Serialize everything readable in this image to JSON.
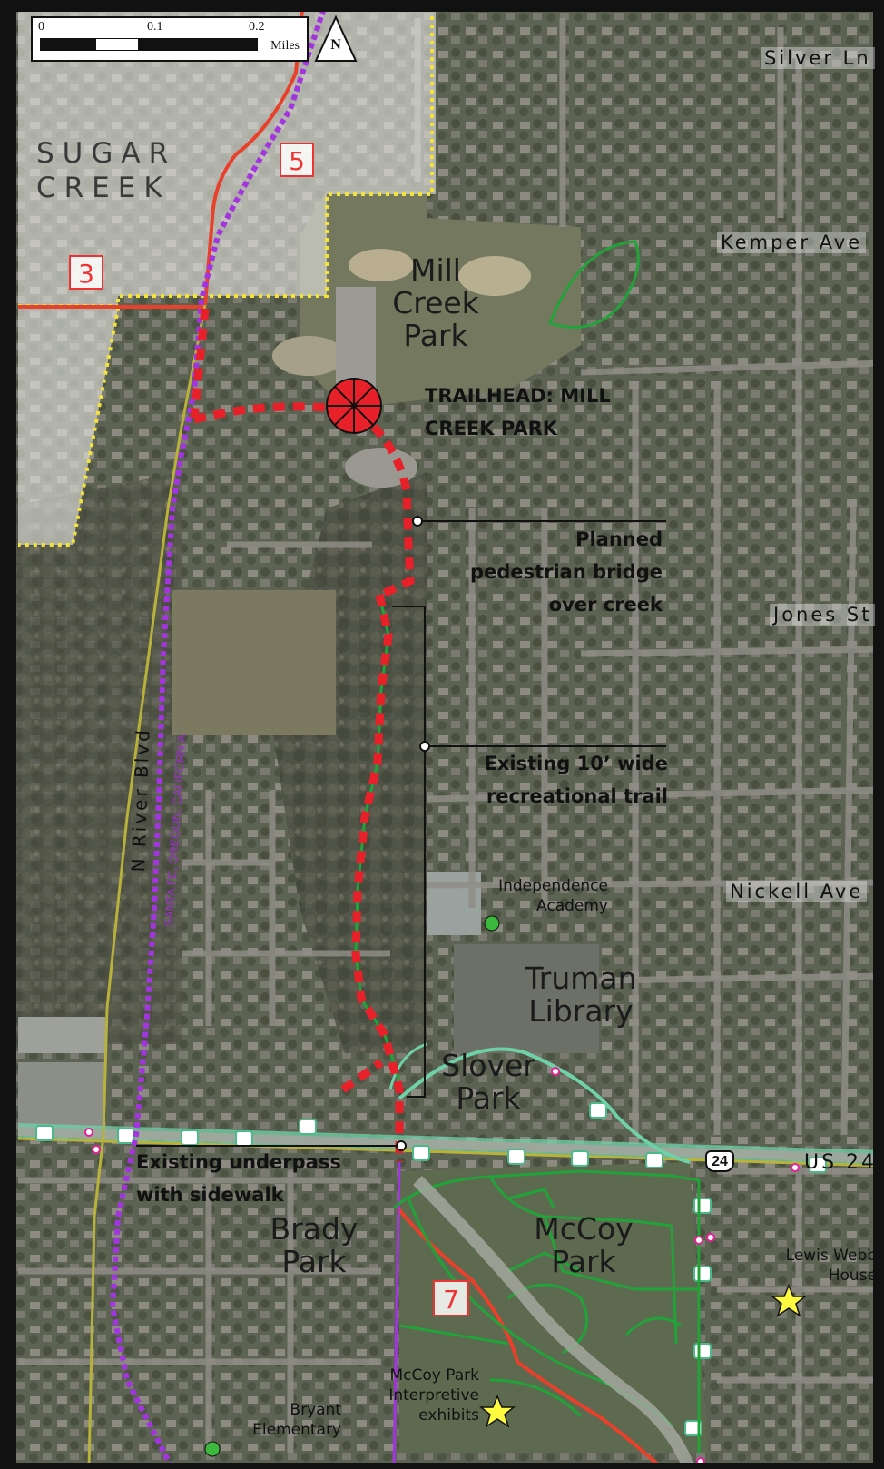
{
  "scale_bar": {
    "ticks": [
      "0",
      "0.1",
      "0.2"
    ],
    "unit": "Miles"
  },
  "north_arrow": {
    "label": "N"
  },
  "city_label": {
    "line1": "SUGAR",
    "line2": "CREEK"
  },
  "segments": {
    "a": "5",
    "b": "3",
    "c": "7"
  },
  "streets": {
    "silver": "Silver Ln",
    "kemper": "Kemper Ave",
    "jones": "Jones St",
    "nickell": "Nickell Ave",
    "us24": "US 24",
    "n_river": "N River Blvd",
    "railroad": "SANTA FE, OREGON, CALIFORNIA"
  },
  "highway_shield": "24",
  "parks": {
    "mill_creek": [
      "Mill",
      "Creek",
      "Park"
    ],
    "truman": [
      "Truman",
      "Library"
    ],
    "slover": [
      "Slover",
      "Park"
    ],
    "brady": [
      "Brady",
      "Park"
    ],
    "mccoy": [
      "McCoy",
      "Park"
    ]
  },
  "callouts": {
    "trailhead": [
      "TRAILHEAD: MILL",
      "CREEK PARK"
    ],
    "bridge": [
      "Planned",
      "pedestrian bridge",
      "over creek"
    ],
    "trail": [
      "Existing 10’ wide",
      "recreational trail"
    ],
    "underpass": [
      "Existing underpass",
      "with sidewalk"
    ]
  },
  "points": {
    "independence": [
      "Independence",
      "Academy"
    ],
    "lewis_webb": [
      "Lewis Webb",
      "House"
    ],
    "mccoy_exhibits": [
      "McCoy Park",
      "Interpretive",
      "exhibits"
    ],
    "bryant": [
      "Bryant",
      "Elementary"
    ]
  },
  "colors": {
    "proposed_trail": "#e8202a",
    "existing_trail_green": "#22a33a",
    "city_boundary": "#f2e23a",
    "railroad": "#a335e0",
    "bike_route": "#e8402a",
    "road_line": "#b9b23a",
    "highway_band": "#6fd1a8"
  }
}
